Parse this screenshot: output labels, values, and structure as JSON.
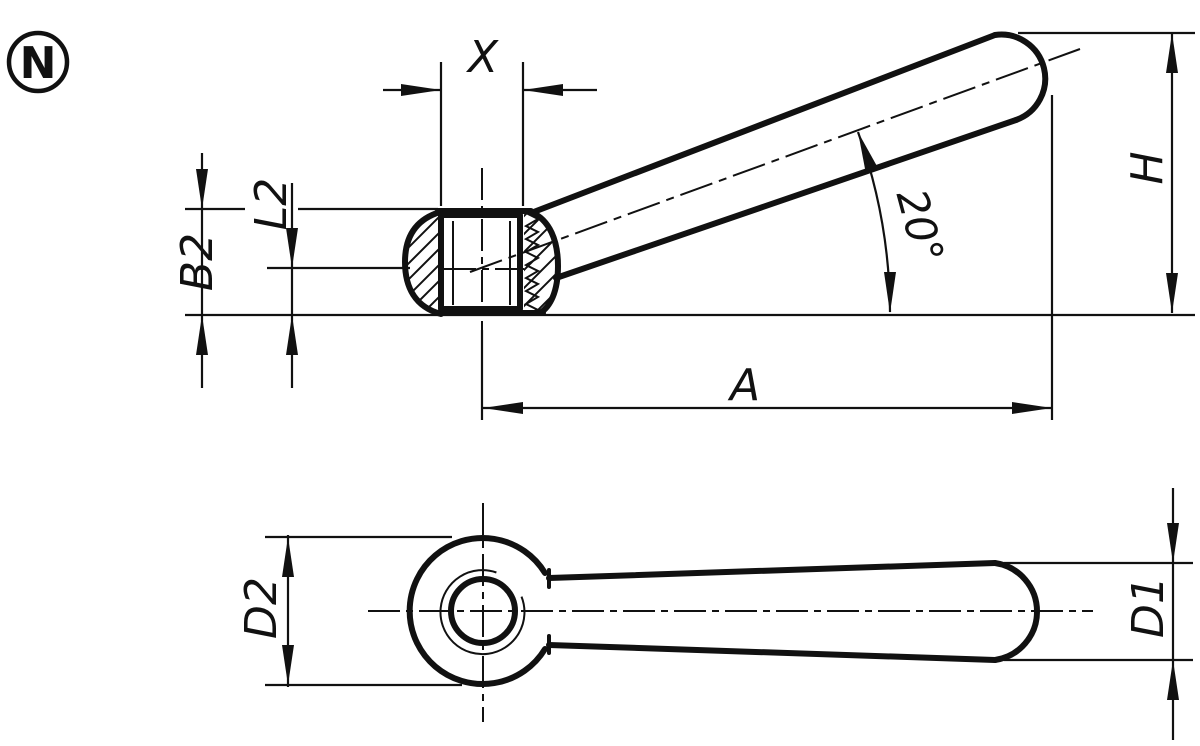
{
  "drawing": {
    "title": "tension lever technical drawing, side view and bottom view",
    "background": "#ffffff",
    "line_color": "#111111",
    "variant_badge": "N",
    "angle_between_handle_and_base": "20°"
  },
  "labels": {
    "variant": "N",
    "x": "X",
    "l2": "L2",
    "b2": "B2",
    "a": "A",
    "h": "H",
    "angle": "20°",
    "d2": "D2",
    "d1": "D1"
  }
}
